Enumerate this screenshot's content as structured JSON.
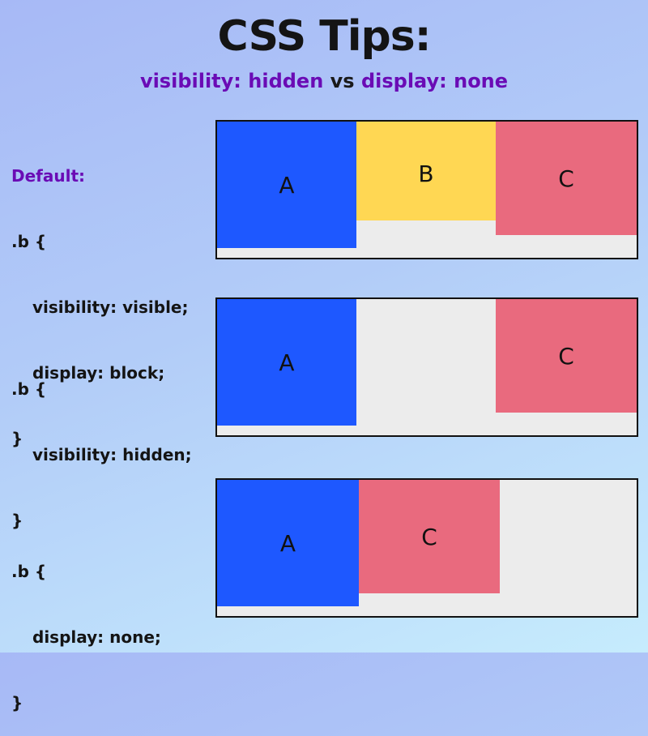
{
  "title": "CSS Tips:",
  "subtitle": {
    "part1": "visibility: hidden",
    "vs": "vs",
    "part2": "display: none"
  },
  "colors": {
    "purple": "#6a0bb5",
    "block_a": "#1e58ff",
    "block_b": "#ffd753",
    "block_c": "#e96a7e",
    "container_bg": "#ececec"
  },
  "examples": [
    {
      "label": "Default:",
      "code": [
        ".b {",
        "visibility: visible;",
        "display: block;",
        "}"
      ],
      "blocks": [
        "A",
        "B",
        "C"
      ]
    },
    {
      "label": "",
      "code": [
        ".b {",
        "visibility: hidden;",
        "}"
      ],
      "blocks": [
        "A",
        "C"
      ]
    },
    {
      "label": "",
      "code": [
        ".b {",
        "display: none;",
        "}"
      ],
      "blocks": [
        "A",
        "C"
      ]
    }
  ]
}
